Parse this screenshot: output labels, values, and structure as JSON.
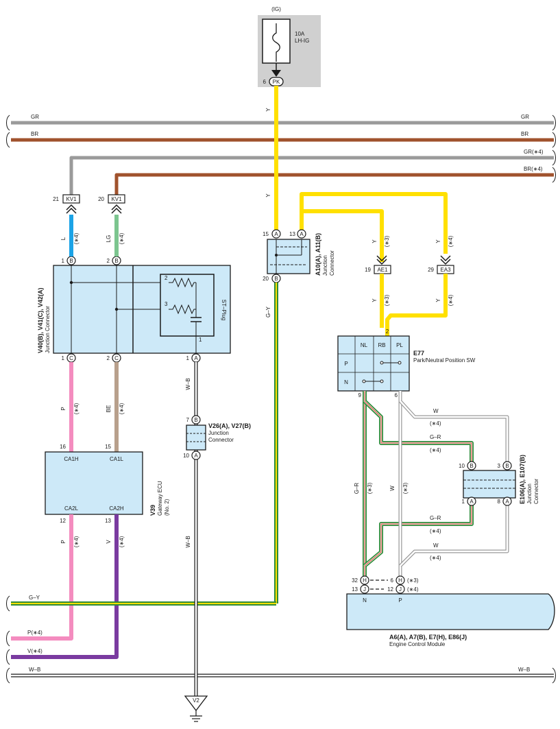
{
  "fuse": {
    "source": "(IG)",
    "rating": "10A",
    "name": "LH-IG",
    "pin": "6",
    "conn": "PK"
  },
  "buses": {
    "gr": "GR",
    "br": "BR",
    "gr4": "GR(∗4)",
    "br4": "BR(∗4)",
    "gy": "G–Y",
    "p4": "P(∗4)",
    "v4": "V(∗4)",
    "wb": "W–B"
  },
  "wire_labels": {
    "y": "Y",
    "l": "L",
    "lg": "LG",
    "p": "P",
    "be": "BE",
    "v": "V",
    "wb": "W–B",
    "gy": "G–Y",
    "w": "W",
    "gr": "G–R",
    "n4": "(∗4)",
    "n3": "(∗3)"
  },
  "connectors": {
    "kv1": "KV1",
    "ae1": "AE1",
    "ea3": "EA3",
    "pin21": "21",
    "pin20": "20",
    "pin19": "19",
    "pin29": "29",
    "pin2": "2",
    "pin9": "9",
    "pin6": "6",
    "pin15": "15",
    "pin13": "13",
    "pin16": "16",
    "pin12": "12",
    "pin1": "1",
    "pin7": "7",
    "pin10": "10",
    "pin3": "3",
    "pin8": "8",
    "pin32": "32",
    "a": "A",
    "b": "B",
    "c": "C",
    "h": "H",
    "j": "J"
  },
  "junction_v40": {
    "title": "V40(B), V41(C), V42(A)",
    "subtitle": "Junction Connector",
    "stplug": "ST–Plug"
  },
  "junction_a10": {
    "title": "A10(A), A11(B)",
    "line2": "Junction",
    "line3": "Connector"
  },
  "junction_v26": {
    "title": "V26(A), V27(B)",
    "line2": "Junction",
    "line3": "Connector"
  },
  "junction_e106": {
    "title": "E106(A), E107(B)",
    "line2": "Junction",
    "line3": "Connector"
  },
  "gateway": {
    "id": "V39",
    "name": "Gateway ECU",
    "sub": "(No. 2)",
    "ca1h": "CA1H",
    "ca1l": "CA1L",
    "ca2l": "CA2L",
    "ca2h": "CA2H"
  },
  "pnsw": {
    "id": "E77",
    "name": "Park/Neutral Position SW",
    "nl": "NL",
    "rb": "RB",
    "pl": "PL",
    "p": "P",
    "n": "N"
  },
  "ecm": {
    "title": "A6(A), A7(B), E7(H), E86(J)",
    "name": "Engine Control Module",
    "n": "N",
    "p": "P"
  },
  "ground": {
    "name": "V2"
  },
  "colors": {
    "yellow": "#ffe000",
    "gray": "#9a9a9a",
    "brown": "#a0522d",
    "blue": "#1ca3e6",
    "lightgreen": "#7cc58f",
    "pink": "#f48cbf",
    "tan": "#b8a08c",
    "purple": "#7a3ba0",
    "box": "#cde9f8",
    "shade": "#d0d0d0"
  }
}
